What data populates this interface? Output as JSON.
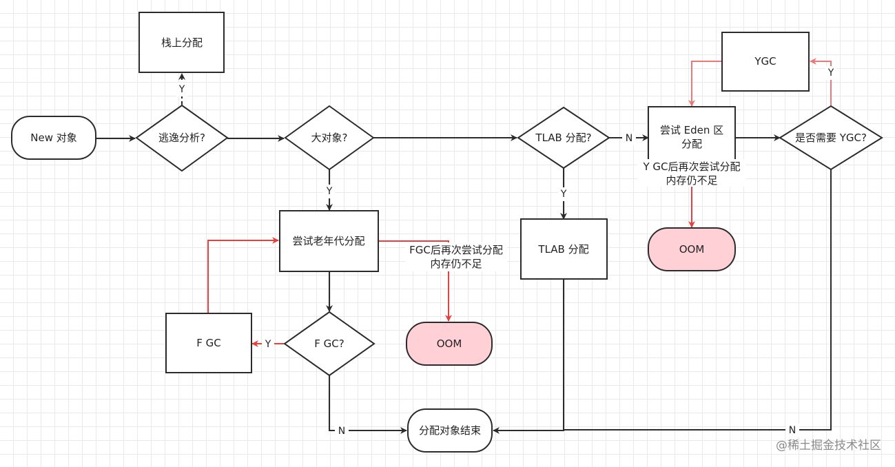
{
  "nodes": {
    "new_object": "New 对象",
    "stack_alloc": "栈上分配",
    "escape_analysis": "逃逸分析?",
    "large_object": "大对象?",
    "tlab_check": "TLAB 分配?",
    "eden_alloc_line1": "尝试 Eden 区",
    "eden_alloc_line2": "分配",
    "need_ygc": "是否需要 YGC?",
    "ygc": "YGC",
    "old_gen_alloc": "尝试老年代分配",
    "tlab_alloc": "TLAB 分配",
    "oom_eden": "OOM",
    "oom_old": "OOM",
    "fgc_box": "F GC",
    "fgc_check": "F GC?",
    "end": "分配对象结束"
  },
  "edge_labels": {
    "escape_yes": "Y",
    "large_yes": "Y",
    "tlab_no": "N",
    "tlab_yes": "Y",
    "ygc_yes": "Y",
    "fgc_yes": "Y",
    "fgc_no": "N",
    "ygc_no": "N",
    "eden_oom_line1": "Y GC后再次尝试分配",
    "eden_oom_line2": "内存仍不足",
    "old_oom_line1": "FGC后再次尝试分配",
    "old_oom_line2": "内存仍不足"
  },
  "watermark": "@稀土掘金技术社区",
  "colors": {
    "edge": "#2b2b2b",
    "edge_red": "#e5403b",
    "edge_pink": "#e8797a",
    "oom_fill": "#ffd0d6"
  }
}
